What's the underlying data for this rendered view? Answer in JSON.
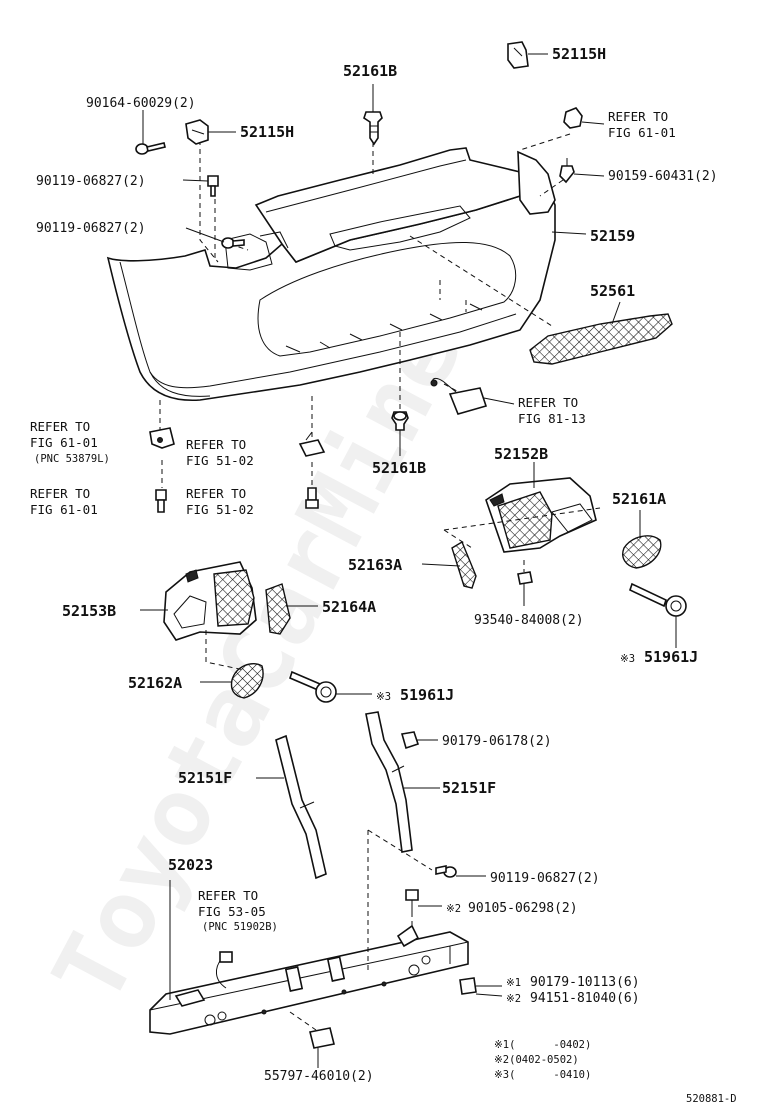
{
  "diagram_code": "520881-D",
  "watermark": "ToyotaCarMine.ru",
  "labels": {
    "p52115H_top": "52115H",
    "p52161B_top": "52161B",
    "p90164": "90164-60029(2)",
    "p52115H_left": "52115H",
    "p90119_a": "90119-06827(2)",
    "p90119_b": "90119-06827(2)",
    "p90159": "90159-60431(2)",
    "p52159": "52159",
    "p52561": "52561",
    "p52161B_bot": "52161B",
    "p52152B": "52152B",
    "p52161A": "52161A",
    "p52163A": "52163A",
    "p93540": "93540-84008(2)",
    "p52153B": "52153B",
    "p52164A": "52164A",
    "p51961J_right": "51961J",
    "p52162A": "52162A",
    "p51961J_mid": "51961J",
    "p90179_06178": "90179-06178(2)",
    "p52151F_left": "52151F",
    "p52151F_right": "52151F",
    "p52023": "52023",
    "p90119_c": "90119-06827(2)",
    "p90105": "90105-06298(2)",
    "p90179_10113": "90179-10113(6)",
    "p94151": "94151-81040(6)",
    "p55797": "55797-46010(2)"
  },
  "marks": {
    "m3": "※3",
    "m2": "※2",
    "m1": "※1"
  },
  "refs": {
    "r_fig6101_top_1": "REFER TO",
    "r_fig6101_top_2": "FIG 61-01",
    "r_fig8113_1": "REFER TO",
    "r_fig8113_2": "FIG 81-13",
    "r_fig6101_a_1": "REFER TO",
    "r_fig6101_a_2": "FIG 61-01",
    "r_fig6101_a_3": "(PNC 53879L)",
    "r_fig5102_a_1": "REFER TO",
    "r_fig5102_a_2": "FIG 51-02",
    "r_fig6101_b_1": "REFER TO",
    "r_fig6101_b_2": "FIG 61-01",
    "r_fig5102_b_1": "REFER TO",
    "r_fig5102_b_2": "FIG 51-02",
    "r_fig5305_1": "REFER TO",
    "r_fig5305_2": "FIG 53-05",
    "r_fig5305_3": "(PNC 51902B)"
  },
  "notes": {
    "n1": "※1(      -0402)",
    "n2": "※2(0402-0502)",
    "n3": "※3(      -0410)"
  }
}
